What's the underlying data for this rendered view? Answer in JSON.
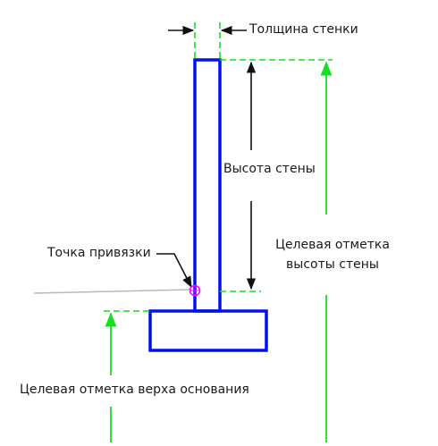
{
  "labels": {
    "wall_thickness": "Толщина стенки",
    "wall_height": "Высота стены",
    "target_wall_height_line1": "Целевая отметка",
    "target_wall_height_line2": "высоты стены",
    "anchor_point": "Точка привязки",
    "target_footing_top": "Целевая отметка верха основания"
  },
  "colors": {
    "wall_outline": "#0010ee",
    "dimension_green": "#14e01c",
    "dimension_black": "#111111",
    "anchor_marker": "#ff00ff",
    "ground_line": "#b8b8b8",
    "text": "#1a1a1a"
  }
}
